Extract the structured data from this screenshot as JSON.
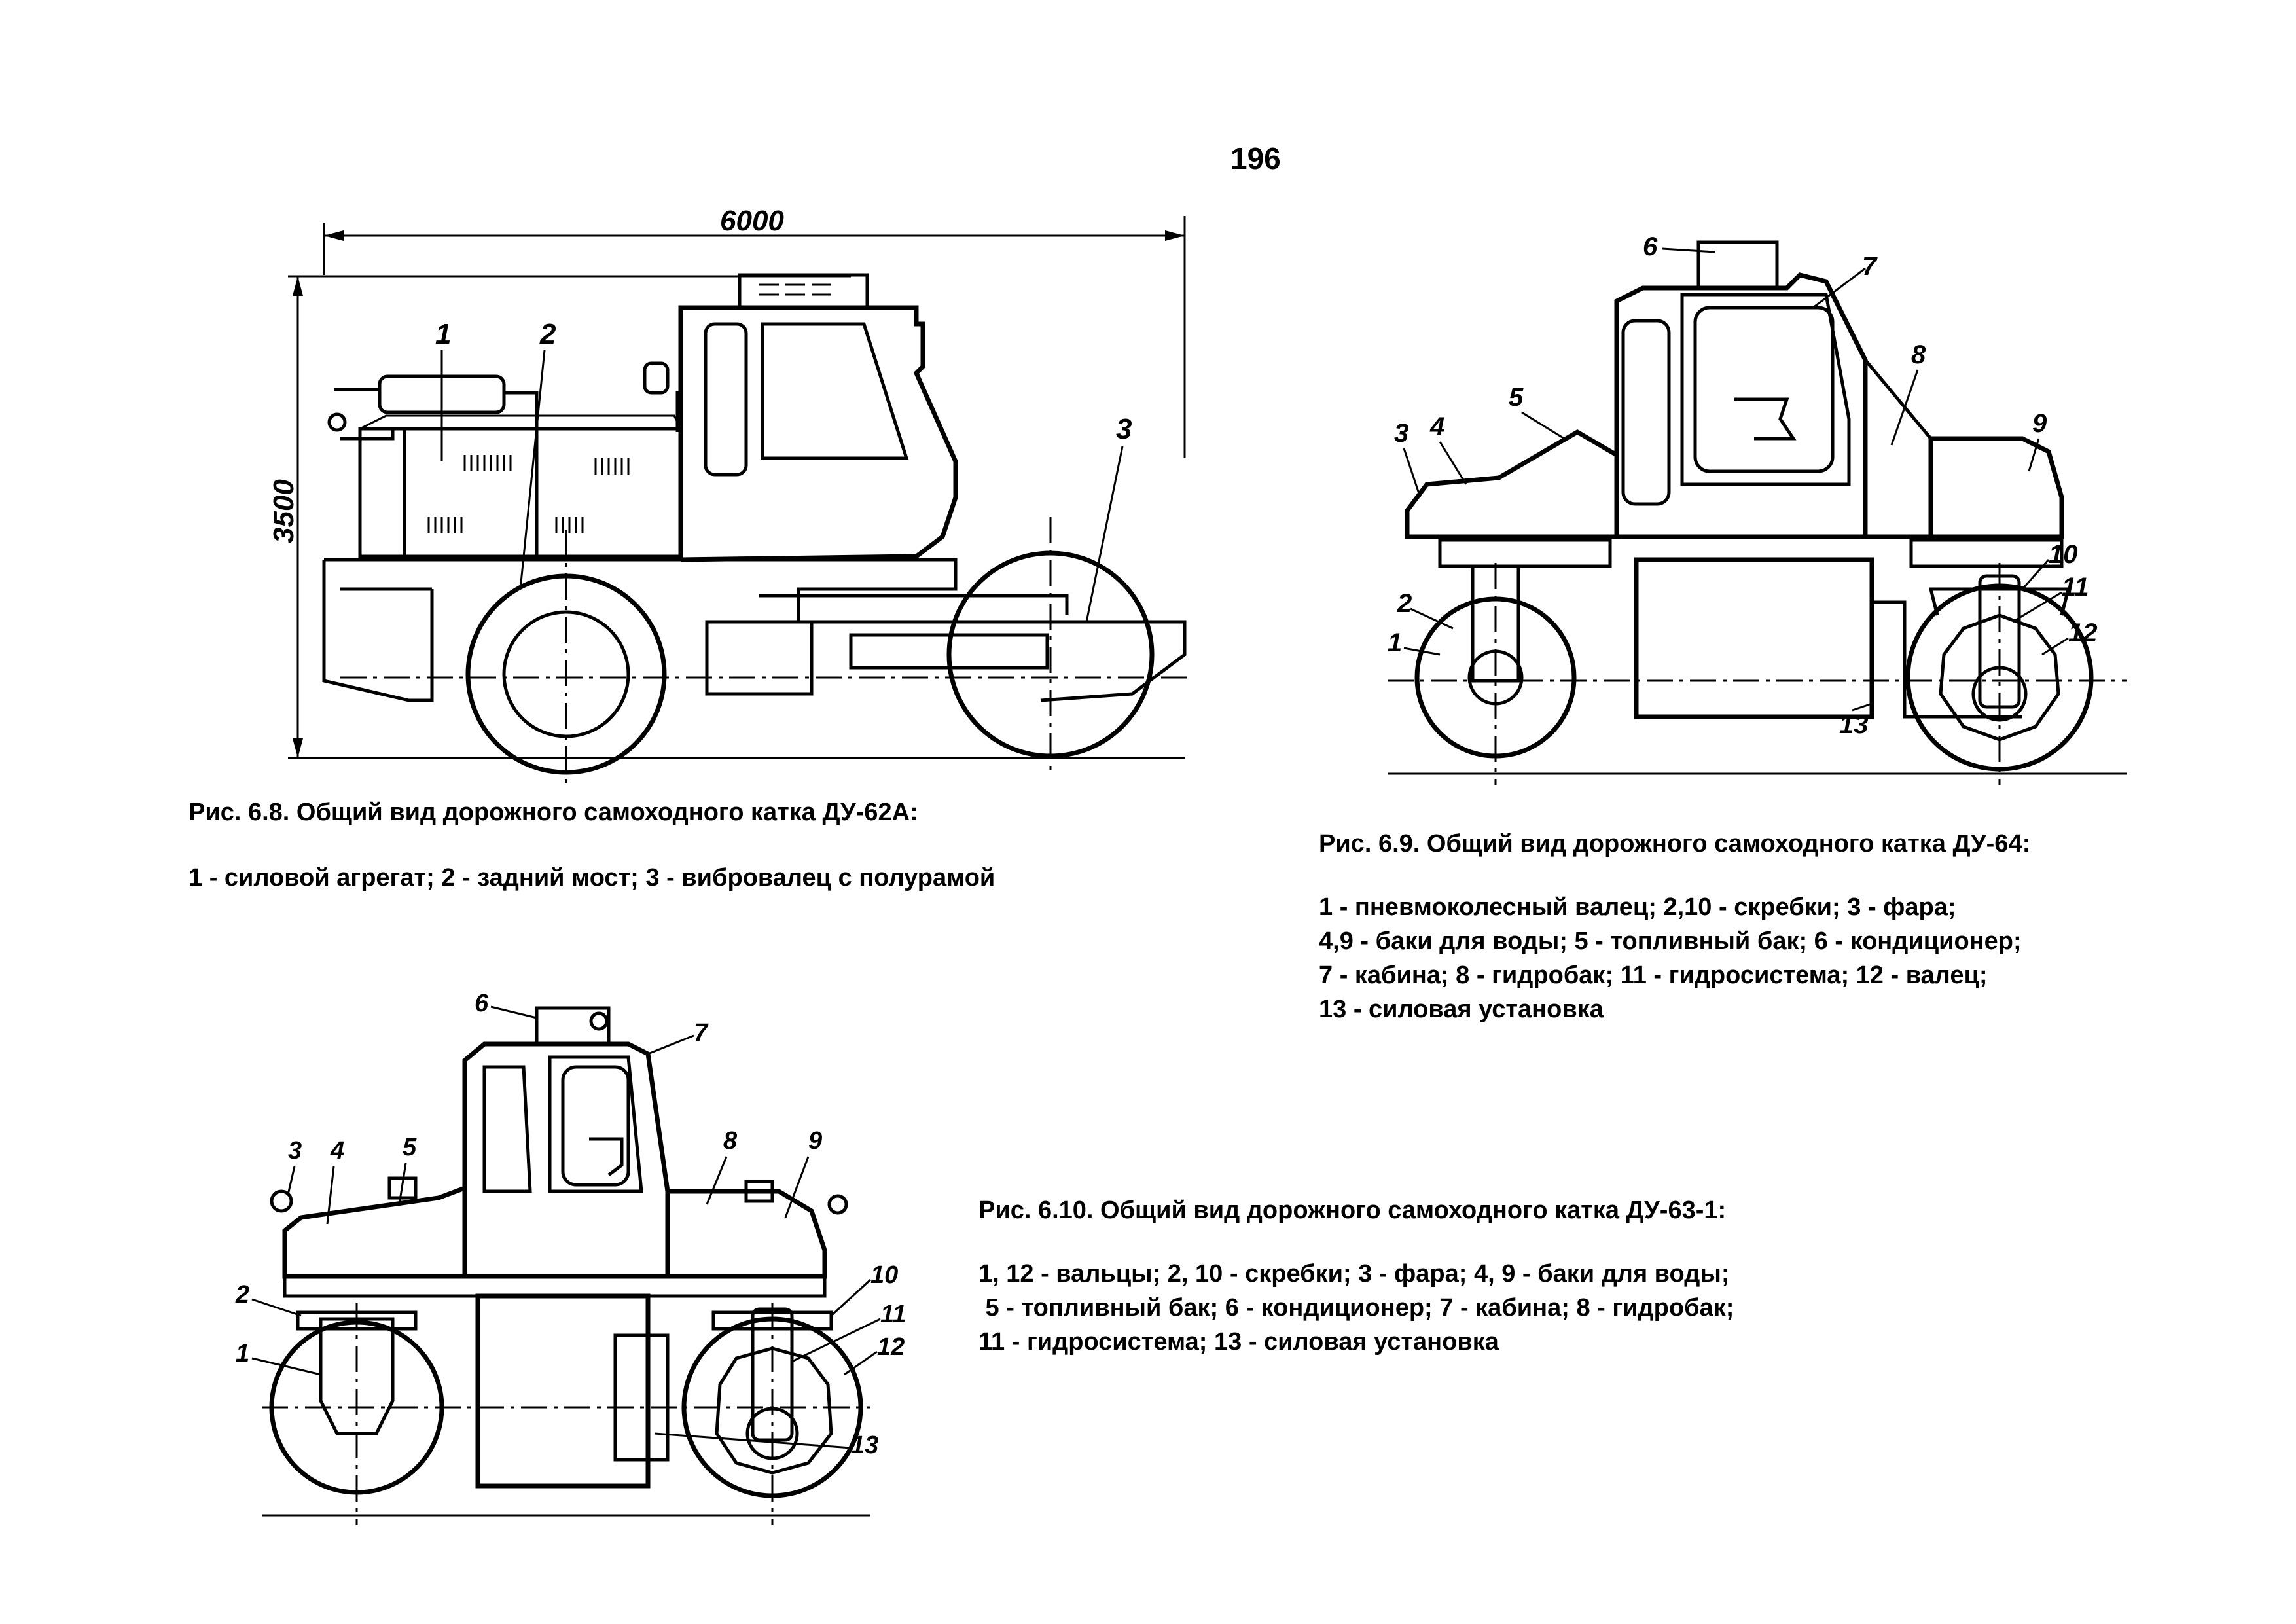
{
  "page_number": "196",
  "figures": [
    {
      "id": "fig-6-8",
      "caption": "Рис. 6.8. Общий вид дорожного самоходного катка ДУ-62А:",
      "legend": [
        "1 - силовой агрегат; 2 - задний мост; 3 - вибровалец с полурамой"
      ],
      "dimensions": {
        "length": "6000",
        "height": "3500"
      },
      "callouts": [
        "1",
        "2",
        "3"
      ]
    },
    {
      "id": "fig-6-9",
      "caption": "Рис. 6.9.  Общий вид дорожного самоходного катка ДУ-64:",
      "legend": [
        "1 - пневмоколесный валец; 2,10 - скребки; 3 - фара;",
        "4,9 - баки для воды; 5 - топливный бак; 6 - кондиционер;",
        "7 - кабина; 8 - гидробак; 11 - гидросистема; 12 - валец;",
        "13 - силовая установка"
      ],
      "callouts": [
        "1",
        "2",
        "3",
        "4",
        "5",
        "6",
        "7",
        "8",
        "9",
        "10",
        "11",
        "12",
        "13"
      ]
    },
    {
      "id": "fig-6-10",
      "caption": "Рис. 6.10. Общий вид дорожного  самоходного катка ДУ-63-1:",
      "legend": [
        "1, 12 - вальцы; 2, 10 - скребки; 3 - фара; 4, 9 - баки для воды;",
        " 5 - топливный бак; 6 - кондиционер; 7 - кабина; 8 - гидробак;",
        "11 - гидросистема; 13 - силовая установка"
      ],
      "callouts": [
        "1",
        "2",
        "3",
        "4",
        "5",
        "6",
        "7",
        "8",
        "9",
        "10",
        "11",
        "12",
        "13"
      ]
    }
  ]
}
